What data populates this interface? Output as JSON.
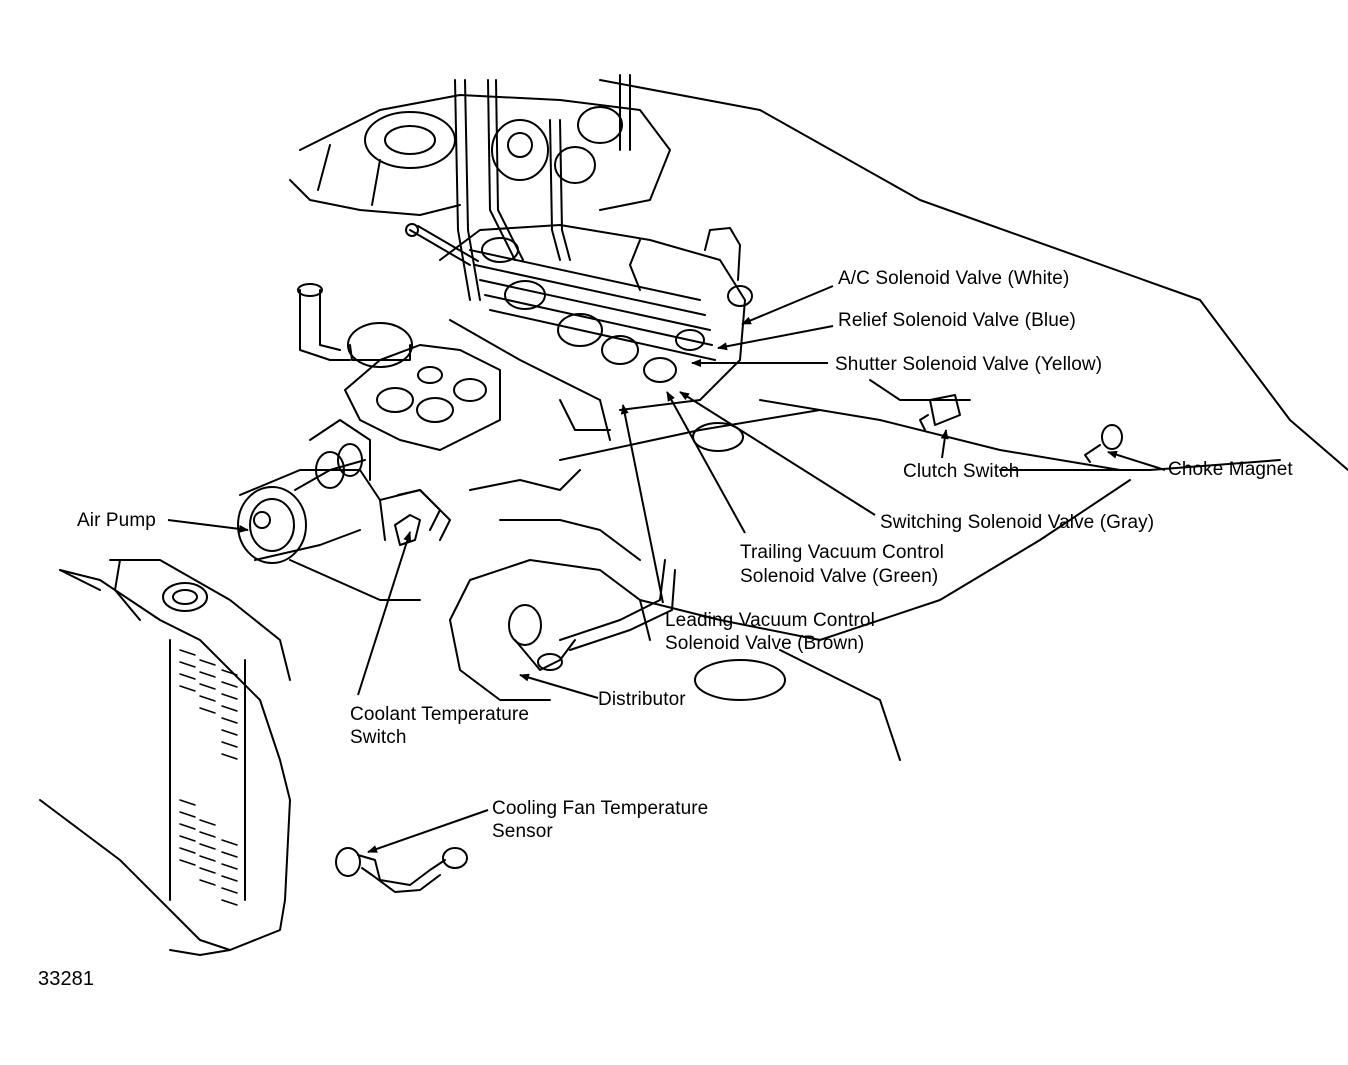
{
  "labels": {
    "ac_solenoid": "A/C Solenoid Valve (White)",
    "relief_solenoid": "Relief Solenoid Valve (Blue)",
    "shutter_solenoid": "Shutter Solenoid Valve (Yellow)",
    "clutch_switch": "Clutch Switch",
    "choke_magnet": "Choke Magnet",
    "switching_solenoid": "Switching Solenoid Valve (Gray)",
    "trailing_line1": "Trailing Vacuum Control",
    "trailing_line2": "Solenoid Valve (Green)",
    "leading_line1": "Leading Vacuum Control",
    "leading_line2": "Solenoid Valve (Brown)",
    "distributor": "Distributor",
    "air_pump": "Air Pump",
    "coolant_line1": "Coolant Temperature",
    "coolant_line2": "Switch",
    "fan_line1": "Cooling Fan Temperature",
    "fan_line2": "Sensor"
  },
  "figure_number": "33281"
}
